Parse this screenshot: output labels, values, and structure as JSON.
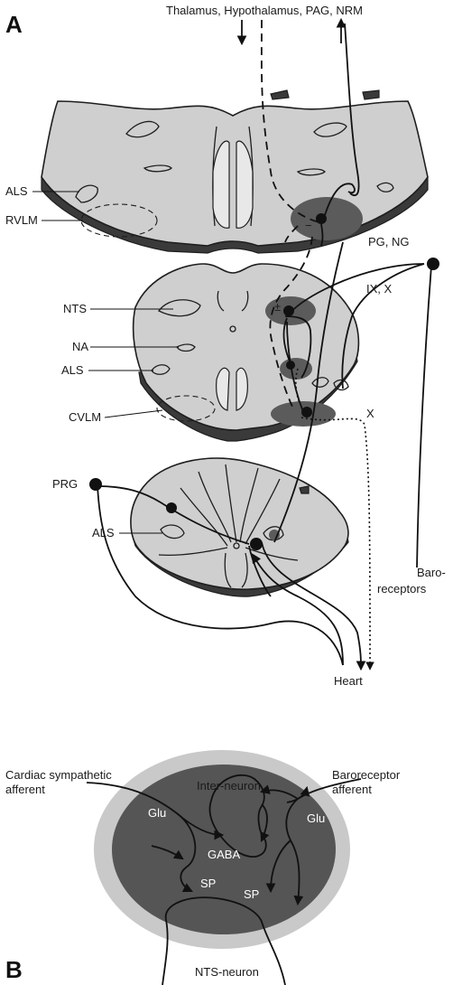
{
  "panels": {
    "a": "A",
    "b": "B"
  },
  "labels": {
    "top_pathways": "Thalamus, Hypothalamus, PAG, NRM",
    "als_1": "ALS",
    "rvlm": "RVLM",
    "pg_ng": "PG, NG",
    "ix_x": "IX, X",
    "nts": "NTS",
    "na": "NA",
    "als_2": "ALS",
    "cvlm": "CVLM",
    "x": "X",
    "prg": "PRG",
    "als_3": "ALS",
    "baro_1": "Baro-",
    "baro_2": "receptors",
    "heart": "Heart",
    "synapse_minus": "−",
    "synapse_pm": "±"
  },
  "panel_b": {
    "cardiac_1": "Cardiac sympathetic",
    "cardiac_2": "afferent",
    "baro_1": "Baroreceptor",
    "baro_2": "afferent",
    "interneuron": "Inter-neuron",
    "glu_left": "Glu",
    "glu_right": "Glu",
    "gaba": "GABA",
    "sp_left": "SP",
    "sp_right": "SP",
    "nts_neuron": "NTS-neuron"
  }
}
